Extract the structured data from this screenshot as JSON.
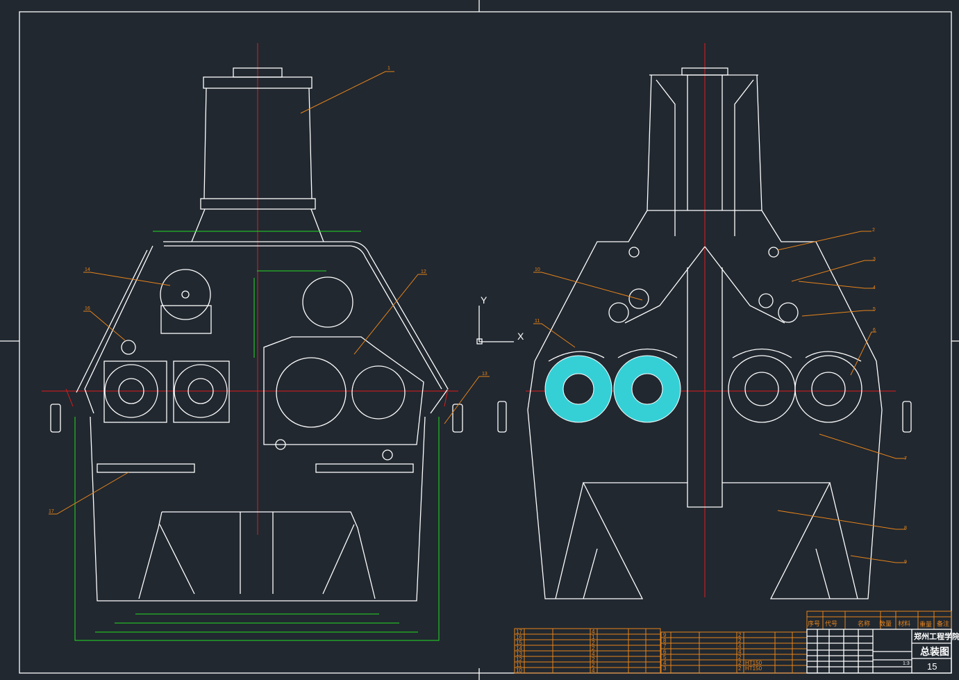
{
  "drawing": {
    "left_view_labels": [
      "1",
      "14",
      "16",
      "12",
      "13",
      "17"
    ],
    "right_view_labels": [
      "2",
      "3",
      "4",
      "5",
      "6",
      "7",
      "8",
      "9",
      "10",
      "11"
    ],
    "ucs": {
      "x": "X",
      "y": "Y"
    }
  },
  "title_block": {
    "school": "郑州工程学院",
    "title": "总装图",
    "sheet": "15",
    "scale": "1:3",
    "header": {
      "no": "序号",
      "code": "代号",
      "name": "名称",
      "qty": "数量",
      "material": "材料",
      "weight": "重量",
      "note": "备注"
    }
  },
  "parts_list": {
    "left": [
      {
        "no": "17",
        "qty": "4",
        "mat": ""
      },
      {
        "no": "16",
        "qty": "1",
        "mat": ""
      },
      {
        "no": "15",
        "qty": "2",
        "mat": ""
      },
      {
        "no": "14",
        "qty": "2",
        "mat": ""
      },
      {
        "no": "13",
        "qty": "4",
        "mat": ""
      },
      {
        "no": "12",
        "qty": "2",
        "mat": ""
      },
      {
        "no": "11",
        "qty": "2",
        "mat": ""
      },
      {
        "no": "10",
        "qty": "4",
        "mat": ""
      }
    ],
    "right": [
      {
        "no": "9",
        "qty": "2",
        "mat": ""
      },
      {
        "no": "8",
        "qty": "2",
        "mat": ""
      },
      {
        "no": "7",
        "qty": "4",
        "mat": ""
      },
      {
        "no": "6",
        "qty": "4",
        "mat": ""
      },
      {
        "no": "5",
        "qty": "2",
        "mat": ""
      },
      {
        "no": "4",
        "qty": "2",
        "mat": "HT150"
      },
      {
        "no": "3",
        "qty": "2",
        "mat": "HT150"
      }
    ]
  }
}
